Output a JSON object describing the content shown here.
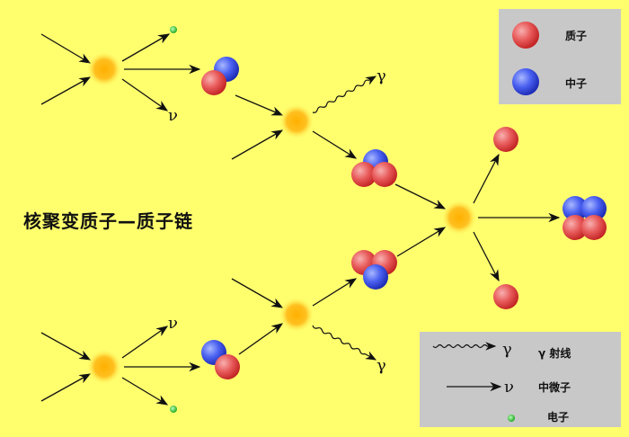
{
  "title": "核聚变质子—质子链",
  "symbols": {
    "gamma": "γ",
    "neutrino": "ν"
  },
  "legend_particles": {
    "proton_label": "质子",
    "neutron_label": "中子"
  },
  "legend_radiation": {
    "gamma_label": "γ 射线",
    "neutrino_label": "中微子",
    "electron_label": "电子"
  },
  "colors": {
    "background": "#ffff6e",
    "proton": "#e04848",
    "neutron": "#3a4fe0",
    "electron": "#44cc44",
    "fusion": "#ffb020",
    "legend": "#c8c8c8"
  }
}
